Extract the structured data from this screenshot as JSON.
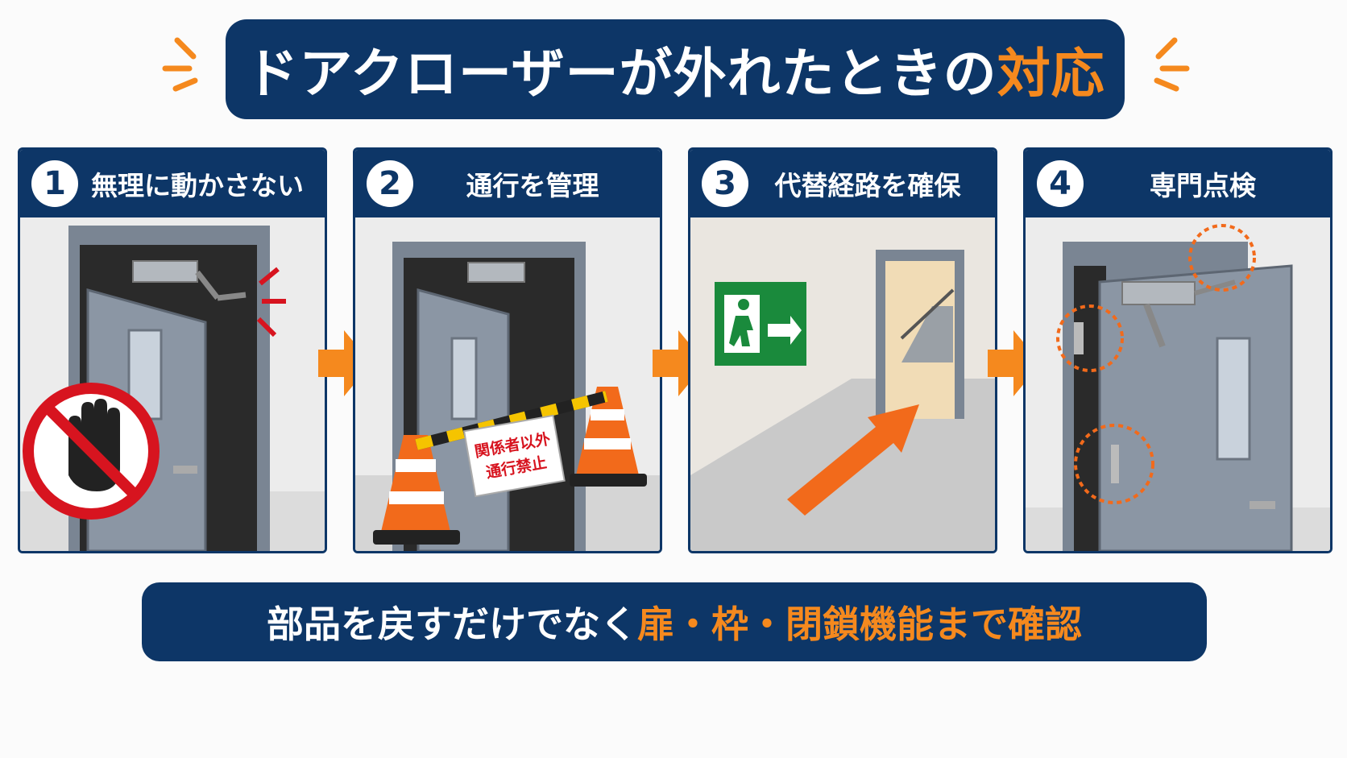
{
  "title": {
    "main": "ドアクローザーが外れたときの",
    "accent": "対応"
  },
  "steps": [
    {
      "number": "1",
      "label": "無理に動かさない"
    },
    {
      "number": "2",
      "label": "通行を管理"
    },
    {
      "number": "3",
      "label": "代替経路を確保"
    },
    {
      "number": "4",
      "label": "専門点検"
    }
  ],
  "sign": {
    "line1": "関係者以外",
    "line2": "通行禁止"
  },
  "footer": {
    "main": "部品を戻すだけでなく",
    "accent": "扉・枠・閉鎖機能まで確認"
  },
  "colors": {
    "navy": "#0d3667",
    "orange": "#f5891e",
    "exit_green": "#1a8a3c",
    "prohibit_red": "#d7141f"
  },
  "icons": [
    "burst-lines-icon",
    "stop-hand-prohibited-icon",
    "impact-lines-icon",
    "traffic-cone-icon",
    "emergency-exit-sign-icon",
    "direction-arrow-icon",
    "inspection-circle-icon",
    "step-arrow-icon"
  ]
}
